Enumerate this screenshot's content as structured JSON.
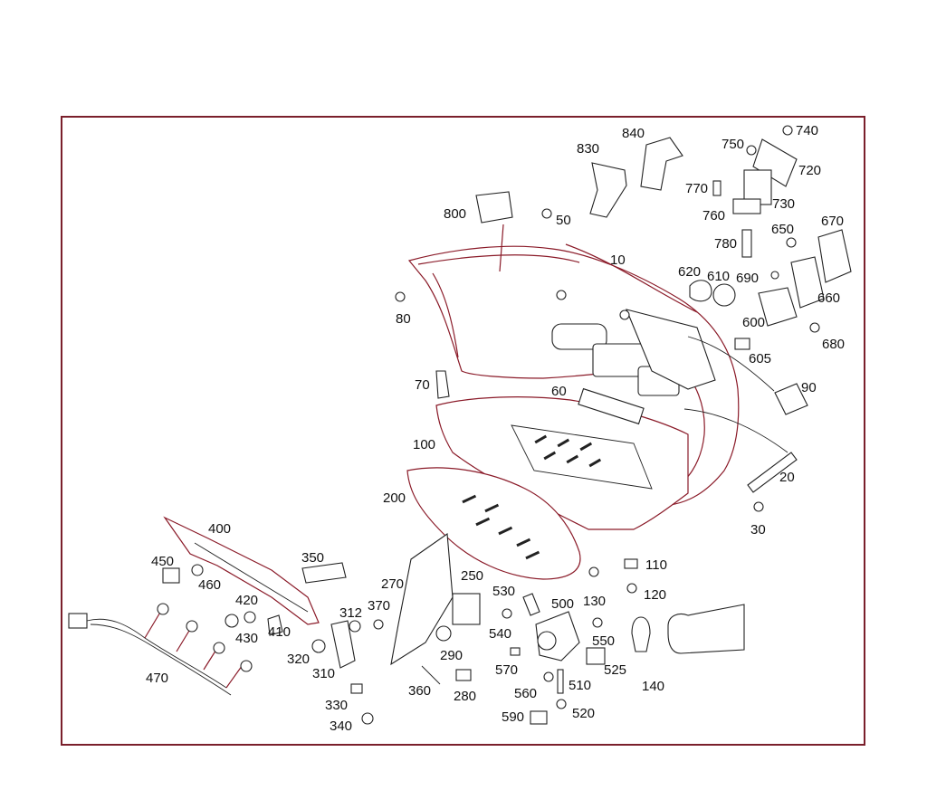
{
  "colors": {
    "frame": "#7a1f2b",
    "outline": "#222222",
    "accent_line": "#8a1a28",
    "background": "#ffffff"
  },
  "callouts": {
    "p10": "10",
    "p20": "20",
    "p30": "30",
    "p50": "50",
    "p60": "60",
    "p70": "70",
    "p80": "80",
    "p90": "90",
    "p100": "100",
    "p110": "110",
    "p120": "120",
    "p130": "130",
    "p140": "140",
    "p200": "200",
    "p250": "250",
    "p270": "270",
    "p280": "280",
    "p290": "290",
    "p310": "310",
    "p312": "312",
    "p320": "320",
    "p330": "330",
    "p340": "340",
    "p350": "350",
    "p360": "360",
    "p370": "370",
    "p400": "400",
    "p410": "410",
    "p420": "420",
    "p430": "430",
    "p450": "450",
    "p460": "460",
    "p470": "470",
    "p500": "500",
    "p510": "510",
    "p520": "520",
    "p525": "525",
    "p530": "530",
    "p540": "540",
    "p550": "550",
    "p560": "560",
    "p570": "570",
    "p590": "590",
    "p600": "600",
    "p605": "605",
    "p610": "610",
    "p620": "620",
    "p650": "650",
    "p660": "660",
    "p670": "670",
    "p680": "680",
    "p690": "690",
    "p720": "720",
    "p730": "730",
    "p740": "740",
    "p750": "750",
    "p760": "760",
    "p770": "770",
    "p780": "780",
    "p800": "800",
    "p830": "830",
    "p840": "840"
  }
}
